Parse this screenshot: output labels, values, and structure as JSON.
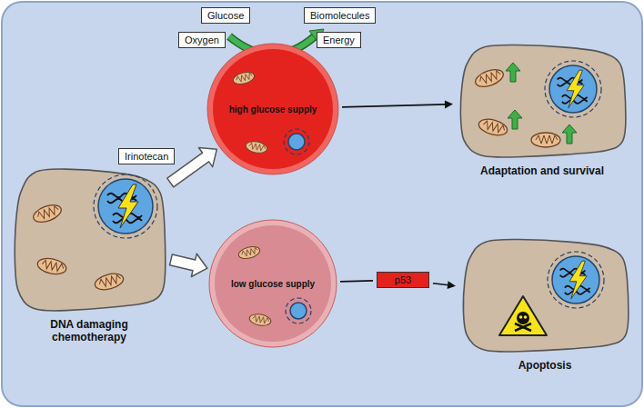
{
  "diagram": {
    "nodes": [
      {
        "text": [
          "DNA damaging chemotherapy"
        ]
      },
      {
        "text": [
          "Irinotecan"
        ]
      },
      {
        "text": [
          "high glucose supply"
        ]
      },
      {
        "text": [
          "Glucose"
        ]
      },
      {
        "text": [
          "Oxygen"
        ]
      },
      {
        "text": [
          "Biomolecules"
        ]
      },
      {
        "text": [
          "Energy"
        ]
      },
      {
        "text": [
          "low glucose supply"
        ]
      },
      {
        "text": [
          "p53"
        ]
      },
      {
        "text": [
          "Adaptation and survival"
        ]
      },
      {
        "text": [
          "Apoptosis"
        ]
      }
    ],
    "edges": [
      {
        "from": 0,
        "to": 2,
        "arrow": "to"
      },
      {
        "from": 0,
        "to": 7,
        "arrow": "to"
      },
      {
        "from": 2,
        "to": 9,
        "arrow": "to"
      },
      {
        "from": 7,
        "to": 8,
        "arrow": "none"
      },
      {
        "from": 8,
        "to": 10,
        "arrow": "to"
      }
    ]
  }
}
